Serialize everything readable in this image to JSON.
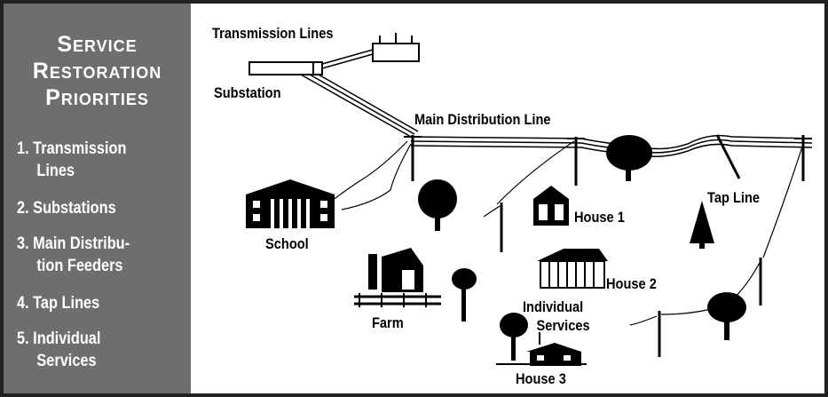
{
  "sidebar": {
    "title_lines": [
      "Service",
      "Restoration",
      "Priorities"
    ],
    "items": [
      {
        "lines": [
          "1. Transmission",
          "Lines"
        ]
      },
      {
        "lines": [
          "2. Substations"
        ]
      },
      {
        "lines": [
          "3. Main Distribu-",
          "tion Feeders"
        ]
      },
      {
        "lines": [
          "4. Tap Lines"
        ]
      },
      {
        "lines": [
          "5. Individual",
          "Services"
        ]
      }
    ]
  },
  "labels": {
    "transmission_lines": "Transmission Lines",
    "substation": "Substation",
    "main_distribution_line": "Main Distribution Line",
    "school": "School",
    "house_1": "House 1",
    "tap_line": "Tap Line",
    "farm": "Farm",
    "house_2": "House 2",
    "individual_services": [
      "Individual",
      "Services"
    ],
    "house_3": "House 3"
  },
  "colors": {
    "sidebar_bg": "#6e6e6e",
    "line": "#000000"
  }
}
